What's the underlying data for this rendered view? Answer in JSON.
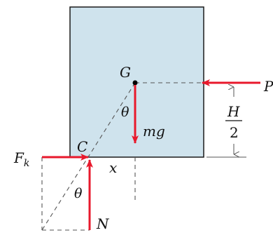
{
  "colors": {
    "block_fill": "#cfe3ed",
    "block_stroke": "#1a1a1a",
    "force": "#e8192c",
    "construction": "#555555",
    "text": "#111111"
  },
  "labels": {
    "center_of_mass": "G",
    "contact_point": "C",
    "applied_force": "P",
    "weight": "mg",
    "friction": "F",
    "friction_sub": "k",
    "normal": "N",
    "offset": "x",
    "angle_upper": "θ",
    "angle_lower": "θ",
    "height_numerator": "H",
    "height_denominator": "2"
  }
}
